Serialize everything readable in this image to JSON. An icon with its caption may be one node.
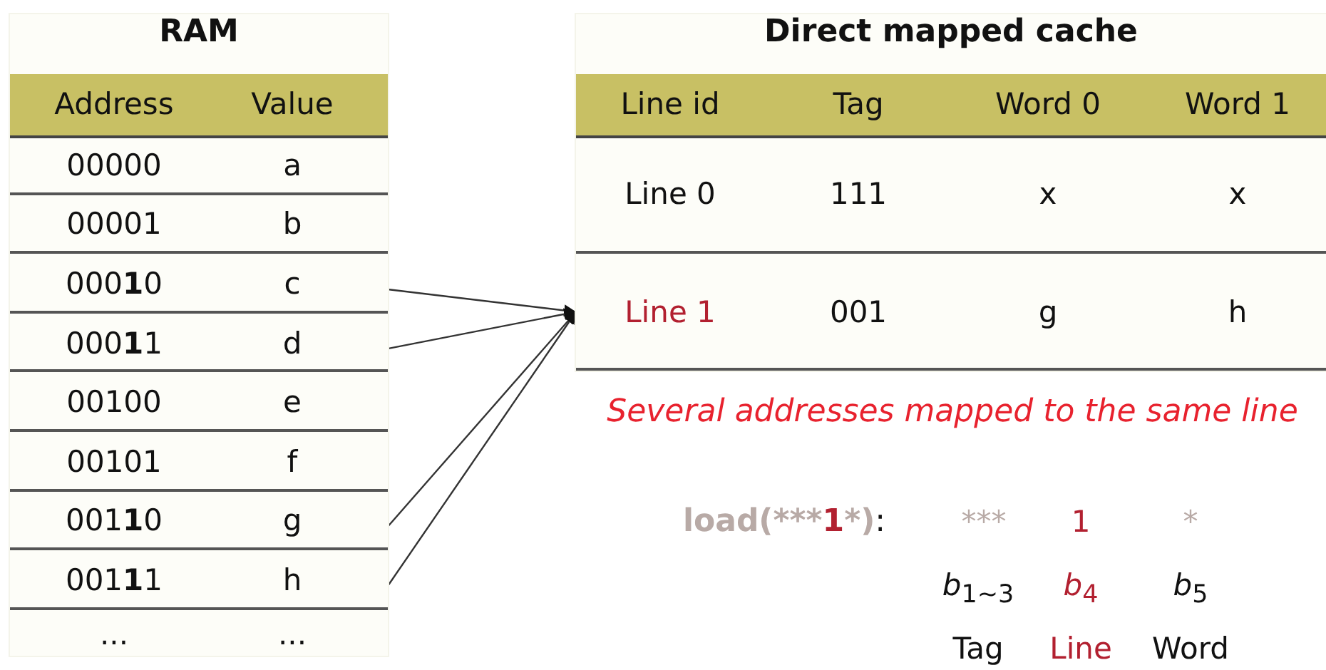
{
  "diagram": {
    "nodes": [
      {
        "text": [
          "RAM"
        ]
      },
      {
        "text": [
          "00000",
          "a"
        ],
        "in": 0
      },
      {
        "text": [
          "00001",
          "b"
        ],
        "in": 0
      },
      {
        "text": [
          "000**1**0",
          "c"
        ],
        "in": 0
      },
      {
        "text": [
          "000**1**1",
          "d"
        ],
        "in": 0
      },
      {
        "text": [
          "00100",
          "e"
        ],
        "in": 0
      },
      {
        "text": [
          "00101",
          "f"
        ],
        "in": 0
      },
      {
        "text": [
          "001**1**0",
          "g"
        ],
        "in": 0
      },
      {
        "text": [
          "001**1**1",
          "h"
        ],
        "in": 0
      },
      {
        "text": [
          "Direct mapped cache"
        ]
      },
      {
        "text": [
          "Line 0",
          "111",
          "x",
          "x"
        ],
        "in": 9
      },
      {
        "text": [
          "Line 1",
          "001",
          "g",
          "h"
        ],
        "in": 9
      }
    ],
    "edges": [
      {
        "from": 3,
        "to": 11,
        "arrow": "to"
      },
      {
        "from": 4,
        "to": 11,
        "arrow": "to"
      },
      {
        "from": 7,
        "to": 11,
        "arrow": "to"
      },
      {
        "from": 8,
        "to": 11,
        "arrow": "to"
      }
    ],
    "labels": [
      "Address",
      "Value",
      "...",
      "...",
      "Line id",
      "Tag",
      "Word 0",
      "Word 1",
      "Several addresses mapped to the same line",
      "load(***1*):",
      "***",
      "1",
      "*",
      "*b*$_{1∼3}$",
      "*b*$_{4}$",
      "*b*$_{5}$",
      "Tag",
      "Line",
      "Word"
    ]
  }
}
